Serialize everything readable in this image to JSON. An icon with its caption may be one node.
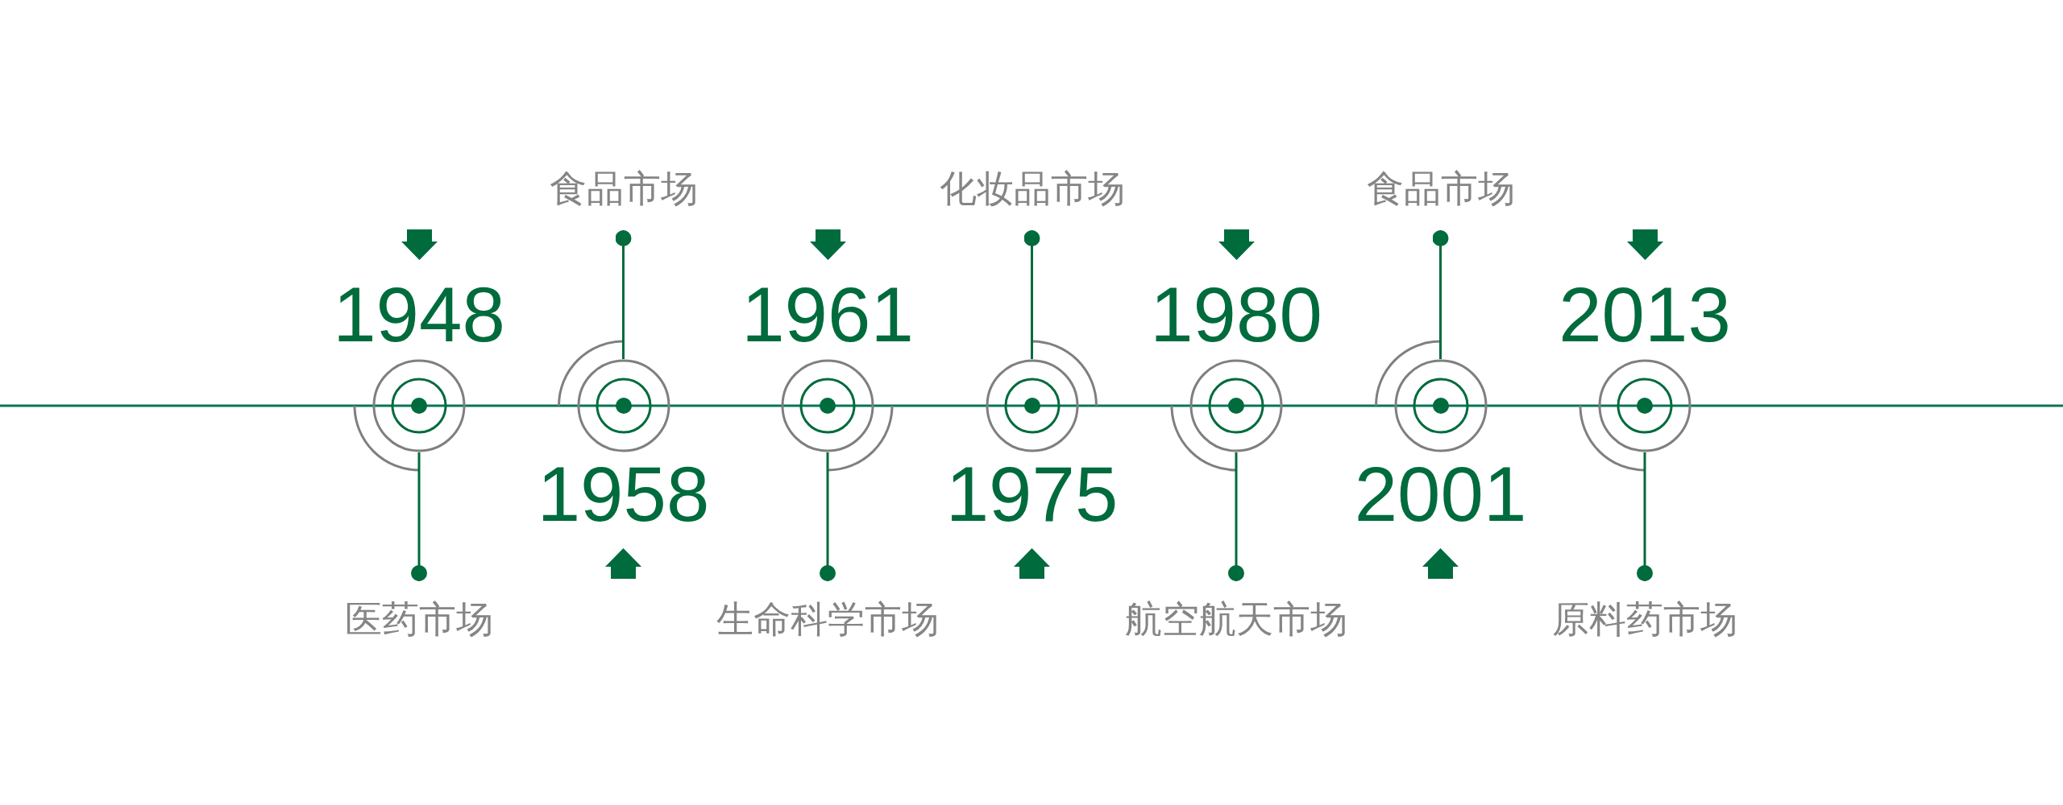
{
  "diagram": {
    "nodes": [
      {
        "text": [],
        "shape": "circle",
        "beside": [
          "1948"
        ]
      },
      {
        "text": [
          "医药市场"
        ]
      },
      {
        "text": [],
        "shape": "circle",
        "beside": [
          "1958"
        ]
      },
      {
        "text": [
          "食品市场"
        ]
      },
      {
        "text": [],
        "shape": "circle",
        "beside": [
          "1961"
        ]
      },
      {
        "text": [
          "生命科学市场"
        ]
      },
      {
        "text": [],
        "shape": "circle",
        "beside": [
          "1975"
        ]
      },
      {
        "text": [
          "化妆品市场"
        ]
      },
      {
        "text": [],
        "shape": "circle",
        "beside": [
          "1980"
        ]
      },
      {
        "text": [
          "航空航天市场"
        ]
      },
      {
        "text": [],
        "shape": "circle",
        "beside": [
          "2001"
        ]
      },
      {
        "text": [
          "食品市场"
        ]
      },
      {
        "text": [],
        "shape": "circle",
        "beside": [
          "2013"
        ]
      },
      {
        "text": [
          "原料药市场"
        ]
      }
    ],
    "edges": [
      {
        "from": 0,
        "to": 1,
        "arrow": "other"
      },
      {
        "from": 2,
        "to": 3,
        "arrow": "other"
      },
      {
        "from": 4,
        "to": 5,
        "arrow": "other"
      },
      {
        "from": 6,
        "to": 7,
        "arrow": "other"
      },
      {
        "from": 8,
        "to": 9,
        "arrow": "other"
      },
      {
        "from": 10,
        "to": 11,
        "arrow": "other"
      },
      {
        "from": 12,
        "to": 13,
        "arrow": "other"
      }
    ]
  }
}
